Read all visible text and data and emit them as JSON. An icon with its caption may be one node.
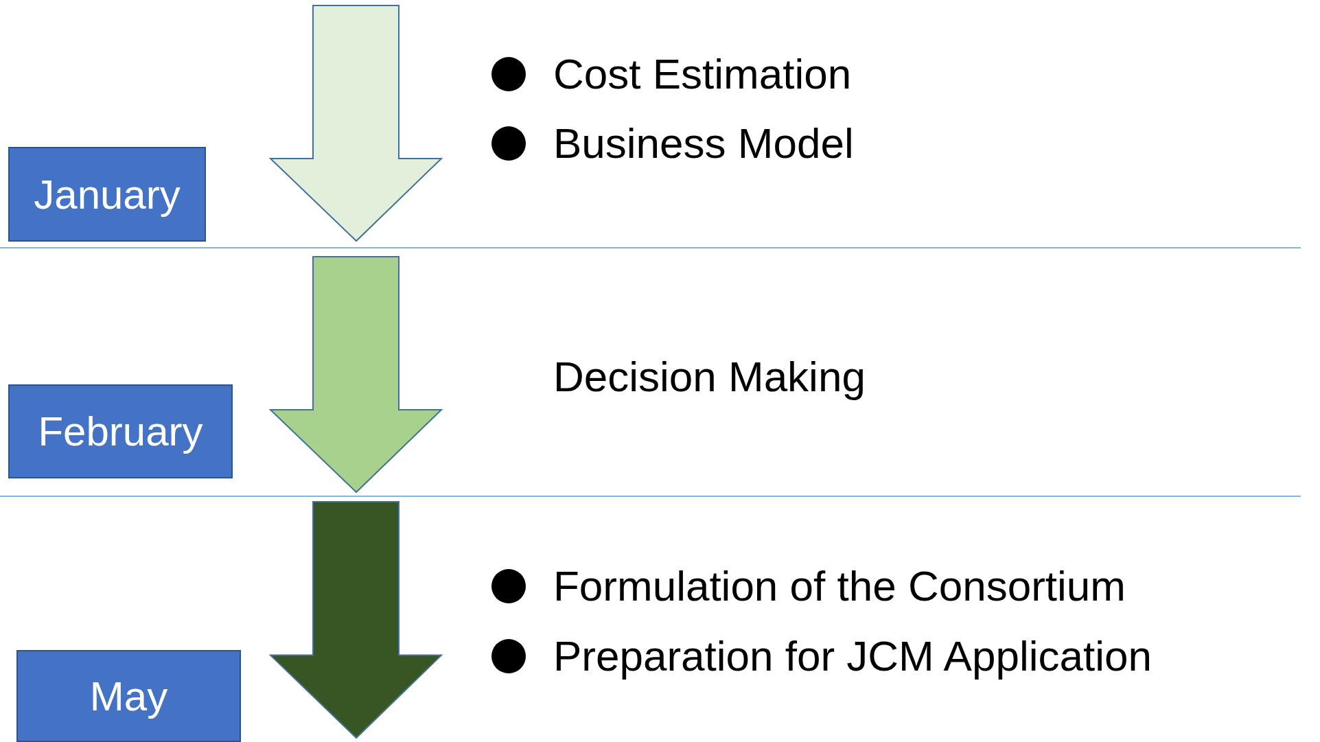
{
  "diagram": {
    "nodes": [
      {
        "text": [
          "January"
        ]
      },
      {
        "text": [
          "February"
        ]
      },
      {
        "text": [
          "May"
        ]
      }
    ],
    "labels": [
      "Cost Estimation",
      "Business Model",
      "Decision Making",
      "Formulation of the Consortium",
      "Preparation for JCM Application"
    ]
  }
}
